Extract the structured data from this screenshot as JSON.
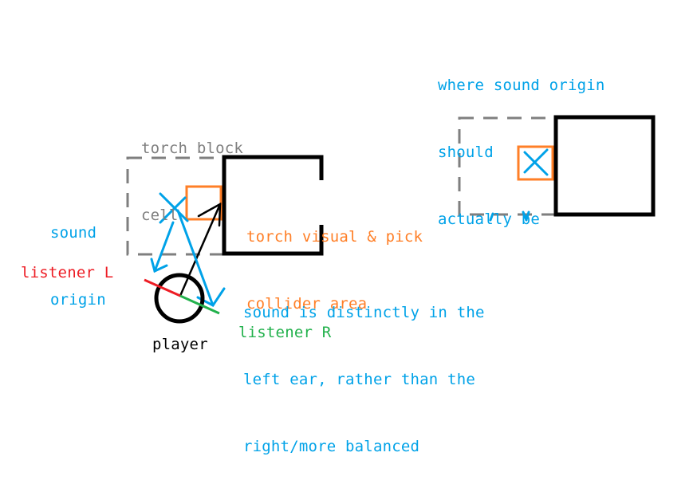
{
  "colors": {
    "cell_outline": "#7f7f7f",
    "block_outline": "#000000",
    "collider": "#ff7f27",
    "sound": "#00a2e8",
    "listener_left": "#ed1c24",
    "listener_right": "#22b14c",
    "player": "#000000"
  },
  "left_diagram": {
    "torch_block_cell_label": [
      "torch block",
      "cell"
    ],
    "sound_origin_label": [
      "sound",
      "origin"
    ],
    "collider_label": [
      "torch visual & pick",
      "collider area"
    ],
    "listener_left_label": "listener L",
    "listener_right_label": "listener R",
    "player_label": "player",
    "explanation": [
      "sound is distinctly in the",
      "left ear, rather than the",
      "right/more balanced"
    ]
  },
  "right_diagram": {
    "caption": [
      "where sound origin",
      "should",
      "actually be"
    ]
  }
}
